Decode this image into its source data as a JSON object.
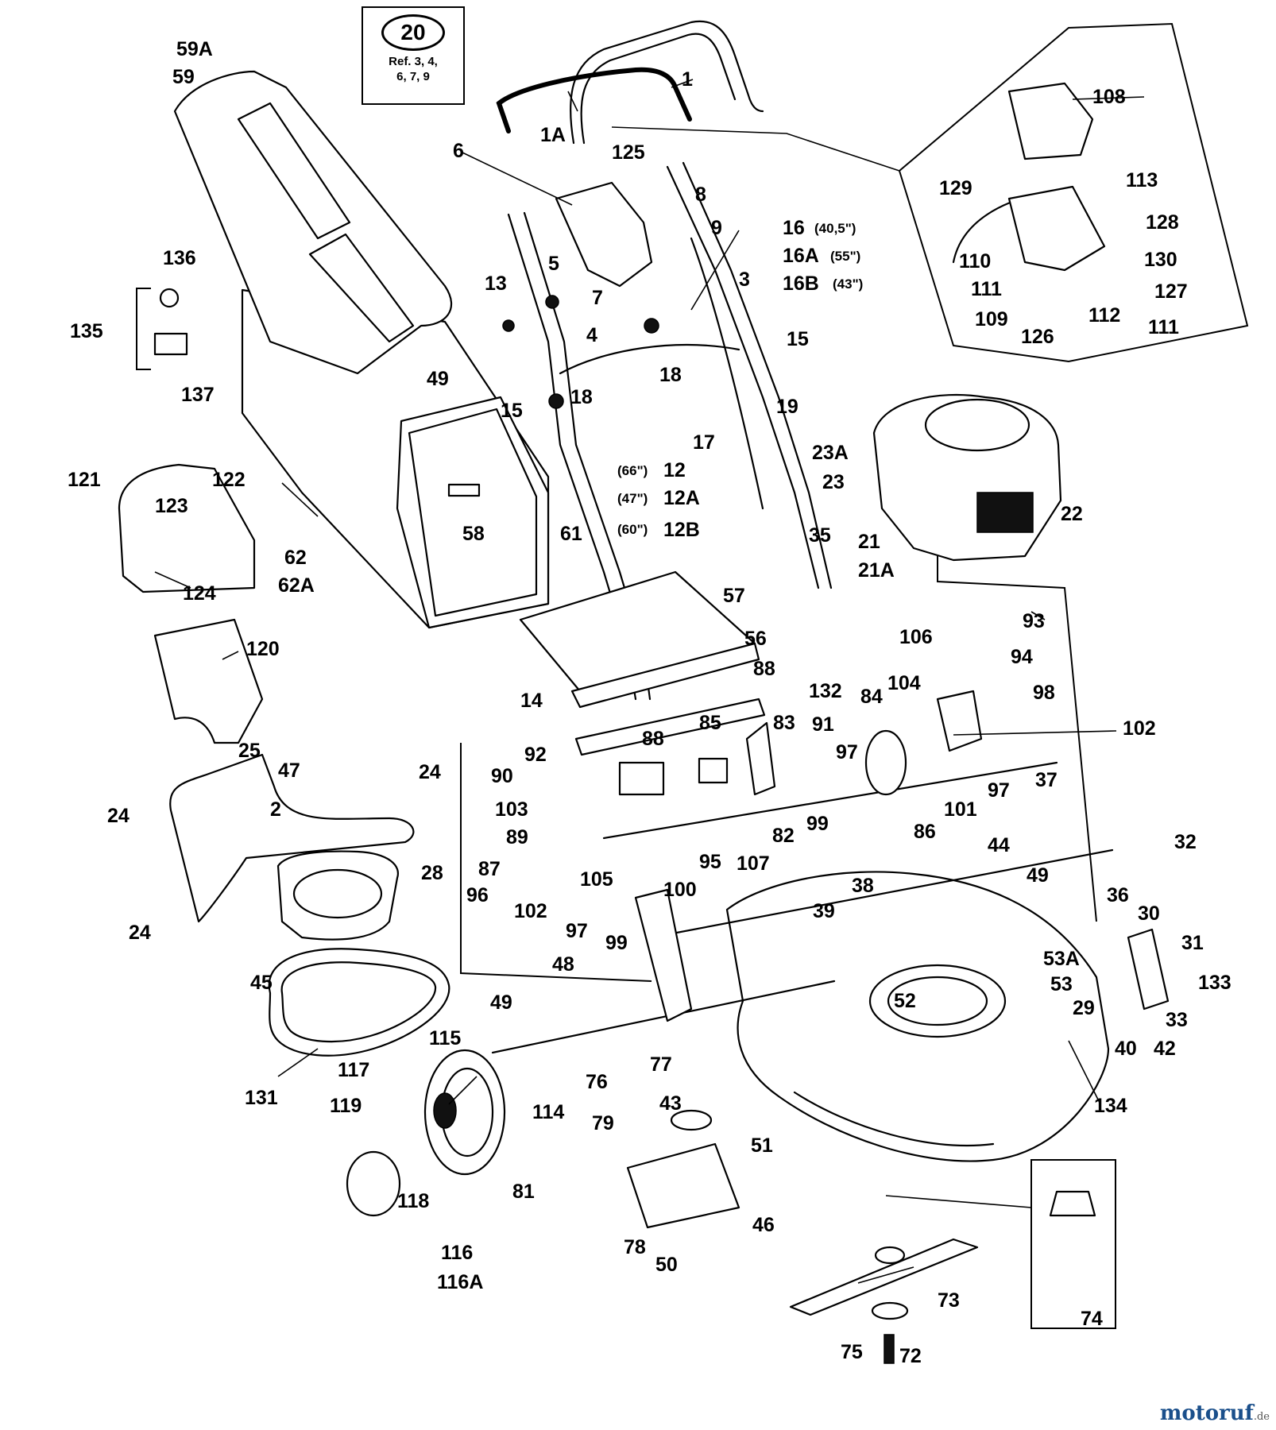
{
  "kit": {
    "number": "20",
    "refs_line1": "Ref. 3, 4,",
    "refs_line2": "6, 7, 9"
  },
  "watermark": {
    "brand": "motoruf",
    "suffix": ".de",
    "color": "#1a4f8b"
  },
  "labels": {
    "p1": "1",
    "p1A": "1A",
    "p2": "2",
    "p3": "3",
    "p4": "4",
    "p5": "5",
    "p6": "6",
    "p7": "7",
    "p8": "8",
    "p9": "9",
    "p12": "12",
    "p12A": "12A",
    "p12B": "12B",
    "p12_len": "(66\")",
    "p12A_len": "(47\")",
    "p12B_len": "(60\")",
    "p13": "13",
    "p14": "14",
    "p15a": "15",
    "p15b": "15",
    "p16": "16",
    "p16_len": "(40,5\")",
    "p16A": "16A",
    "p16A_len": "(55\")",
    "p16B": "16B",
    "p16B_len": "(43\")",
    "p17": "17",
    "p18a": "18",
    "p18b": "18",
    "p19": "19",
    "p21": "21",
    "p21A": "21A",
    "p22": "22",
    "p23": "23",
    "p23A": "23A",
    "p24a": "24",
    "p24b": "24",
    "p24c": "24",
    "p25": "25",
    "p28": "28",
    "p29": "29",
    "p30": "30",
    "p31": "31",
    "p32": "32",
    "p33": "33",
    "p35": "35",
    "p36": "36",
    "p37": "37",
    "p38": "38",
    "p39": "39",
    "p40": "40",
    "p42": "42",
    "p43": "43",
    "p44": "44",
    "p45": "45",
    "p46": "46",
    "p47": "47",
    "p48": "48",
    "p49a": "49",
    "p49b": "49",
    "p49c": "49",
    "p50": "50",
    "p51": "51",
    "p52": "52",
    "p53": "53",
    "p53A": "53A",
    "p56": "56",
    "p57": "57",
    "p58": "58",
    "p59": "59",
    "p59A": "59A",
    "p61": "61",
    "p62": "62",
    "p62A": "62A",
    "p72": "72",
    "p73": "73",
    "p74": "74",
    "p75": "75",
    "p76": "76",
    "p77": "77",
    "p78": "78",
    "p79": "79",
    "p81": "81",
    "p82": "82",
    "p83": "83",
    "p84": "84",
    "p85": "85",
    "p86": "86",
    "p87": "87",
    "p88a": "88",
    "p88b": "88",
    "p89": "89",
    "p90": "90",
    "p91": "91",
    "p92": "92",
    "p93": "93",
    "p94": "94",
    "p95": "95",
    "p96": "96",
    "p97a": "97",
    "p97b": "97",
    "p97c": "97",
    "p98": "98",
    "p99a": "99",
    "p99b": "99",
    "p100": "100",
    "p101": "101",
    "p102a": "102",
    "p102b": "102",
    "p103": "103",
    "p104": "104",
    "p105": "105",
    "p106": "106",
    "p107": "107",
    "p108": "108",
    "p109": "109",
    "p110": "110",
    "p111a": "111",
    "p111b": "111",
    "p112": "112",
    "p113": "113",
    "p114": "114",
    "p115": "115",
    "p116": "116",
    "p116A": "116A",
    "p117": "117",
    "p118": "118",
    "p119": "119",
    "p120": "120",
    "p121": "121",
    "p122": "122",
    "p123": "123",
    "p124": "124",
    "p125": "125",
    "p126": "126",
    "p127": "127",
    "p128": "128",
    "p129": "129",
    "p130": "130",
    "p131": "131",
    "p132": "132",
    "p133": "133",
    "p134": "134",
    "p135": "135",
    "p136": "136",
    "p137": "137"
  }
}
